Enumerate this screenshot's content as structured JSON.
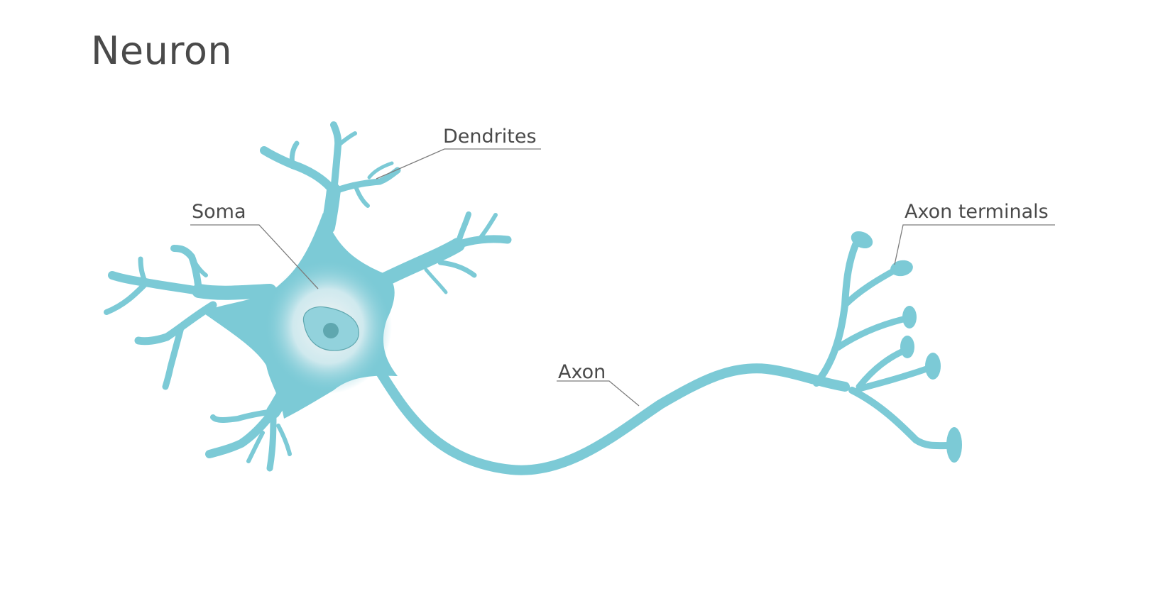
{
  "title": "Neuron",
  "labels": {
    "dendrites": "Dendrites",
    "soma": "Soma",
    "axon": "Axon",
    "axon_terminals": "Axon terminals"
  },
  "colors": {
    "cell": "#7ccad6",
    "nucleus": "#92d2dc",
    "nucleolus": "#5fa7af",
    "text": "#4a4a4a"
  }
}
